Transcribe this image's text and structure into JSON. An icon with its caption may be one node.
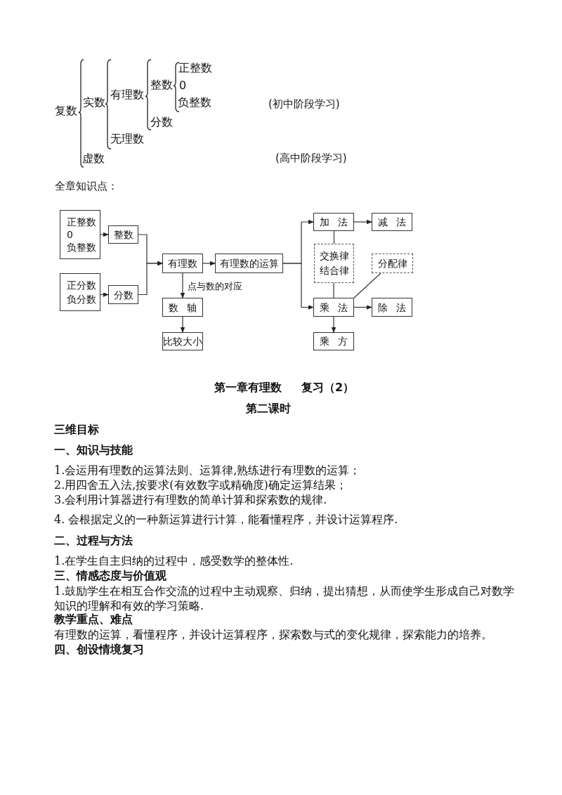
{
  "diagram": {
    "nodes": [
      {
        "text": [
          "正整数",
          "0",
          "负整数"
        ]
      },
      {
        "text": [
          "整数"
        ]
      },
      {
        "text": [
          "正分数",
          "负分数"
        ]
      },
      {
        "text": [
          "分数"
        ]
      },
      {
        "text": [
          "有理数"
        ]
      },
      {
        "text": [
          "有理数的运算"
        ]
      },
      {
        "text": [
          "数 轴"
        ]
      },
      {
        "text": [
          "比较大小"
        ]
      },
      {
        "text": [
          "加 法"
        ]
      },
      {
        "text": [
          "减 法"
        ]
      },
      {
        "text": [
          "交换律",
          "结合律"
        ]
      },
      {
        "text": [
          "分配律"
        ]
      },
      {
        "text": [
          "乘 法"
        ]
      },
      {
        "text": [
          "除 法"
        ]
      },
      {
        "text": [
          "乘 方"
        ]
      }
    ],
    "edges": [
      {
        "from": 0,
        "to": 1,
        "arrow": "to"
      },
      {
        "from": 2,
        "to": 3,
        "arrow": "to"
      },
      {
        "from": 1,
        "to": 4,
        "arrow": "to"
      },
      {
        "from": 3,
        "to": 4,
        "arrow": "to"
      },
      {
        "from": 4,
        "to": 5,
        "arrow": "to"
      },
      {
        "from": 4,
        "to": 6,
        "arrow": "to",
        "label": "点与数的对应"
      },
      {
        "from": 6,
        "to": 7,
        "arrow": "to"
      },
      {
        "from": 5,
        "to": 8,
        "arrow": "to"
      },
      {
        "from": 5,
        "to": 12,
        "arrow": "to"
      },
      {
        "from": 8,
        "to": 9,
        "arrow": "to"
      },
      {
        "from": 12,
        "to": 13,
        "arrow": "to"
      },
      {
        "from": 12,
        "to": 14,
        "arrow": "to"
      },
      {
        "from": 8,
        "to": 10,
        "arrow": "none"
      },
      {
        "from": 10,
        "to": 12,
        "arrow": "none"
      },
      {
        "from": 11,
        "to": 12,
        "arrow": "none"
      }
    ],
    "labels": [
      "复数",
      "实数",
      "有理数",
      "整数",
      "正整数",
      "0",
      "负整数",
      "分数",
      "无理数",
      "虚数",
      "(初中阶段学习)",
      "(高中阶段学习)",
      "全章知识点：",
      "第一章有理数 复习（2）",
      "第二课时",
      "三维目标",
      "一、知识与技能",
      "1.会运用有理数的运算法则、运算律,熟练进行有理数的运算；",
      "2.用四舍五入法,按要求(有效数字或精确度)确定运算结果；",
      "3.会利用计算器进行有理数的简单计算和探索数的规律.",
      "4. 会根据定义的一种新运算进行计算，能看懂程序，并设计运算程序.",
      "二、过程与方法",
      "1.在学生自主归纳的过程中，感受数学的整体性.",
      "三、情感态度与价值观",
      "1.鼓励学生在相互合作交流的过程中主动观察、归纳，提出猜想，从而使学生形成自己对数学知识的理解和有效的学习策略.",
      "教学重点、难点",
      "有理数的运算，看懂程序，并设计运算程序，探索数与式的变化规律，探索能力的培养。",
      "四、创设情境复习"
    ]
  }
}
